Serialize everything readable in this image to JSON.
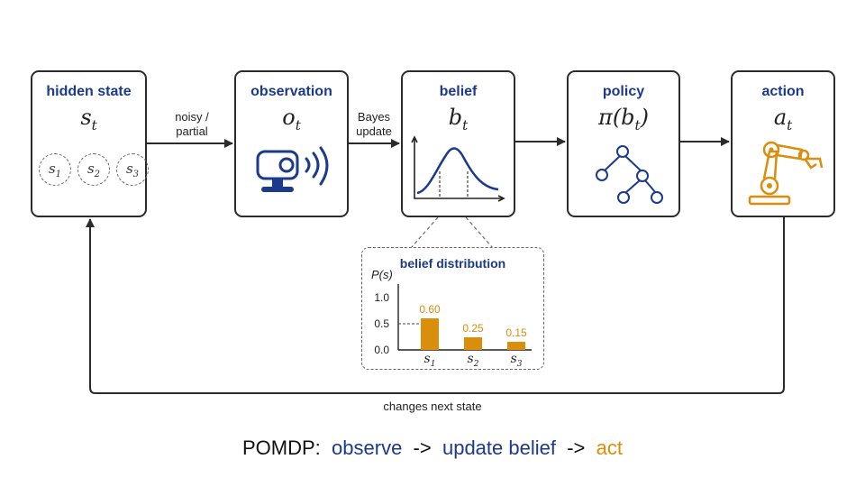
{
  "nodes": {
    "hidden_state": {
      "title": "hidden state",
      "symbol": "s",
      "sub": "t",
      "states": [
        {
          "sym": "s",
          "sub": "1"
        },
        {
          "sym": "s",
          "sub": "2"
        },
        {
          "sym": "s",
          "sub": "3"
        }
      ]
    },
    "observation": {
      "title": "observation",
      "symbol": "o",
      "sub": "t",
      "icon": "sensor-camera-icon"
    },
    "belief": {
      "title": "belief",
      "symbol": "b",
      "sub": "t",
      "icon": "distribution-curve-icon"
    },
    "policy": {
      "title": "policy",
      "symbol_pre": "π(b",
      "sub": "t",
      "symbol_post": ")",
      "icon": "decision-tree-icon"
    },
    "action": {
      "title": "action",
      "symbol": "a",
      "sub": "t",
      "icon": "robot-arm-icon"
    }
  },
  "edges": {
    "state_to_obs": {
      "line1": "noisy /",
      "line2": "partial"
    },
    "obs_to_belief": {
      "line1": "Bayes",
      "line2": "update"
    },
    "feedback": "changes next state"
  },
  "chart_data": {
    "type": "bar",
    "title": "belief distribution",
    "ylabel": "P(s)",
    "categories": [
      {
        "sym": "s",
        "sub": "1"
      },
      {
        "sym": "s",
        "sub": "2"
      },
      {
        "sym": "s",
        "sub": "3"
      }
    ],
    "values": [
      0.6,
      0.25,
      0.15
    ],
    "value_labels": [
      "0.60",
      "0.25",
      "0.15"
    ],
    "yticks": [
      "1.0",
      "0.5",
      "0.0"
    ],
    "ylim": [
      0,
      1.0
    ],
    "reference_line": 0.5
  },
  "footer": {
    "prefix": "POMDP:",
    "step1": "observe",
    "arrow1": "->",
    "step2": "update belief",
    "arrow2": "->",
    "step3": "act"
  },
  "colors": {
    "blue": "#1c3a8c",
    "orange": "#d98e0c",
    "dark": "#2b2b2b"
  }
}
